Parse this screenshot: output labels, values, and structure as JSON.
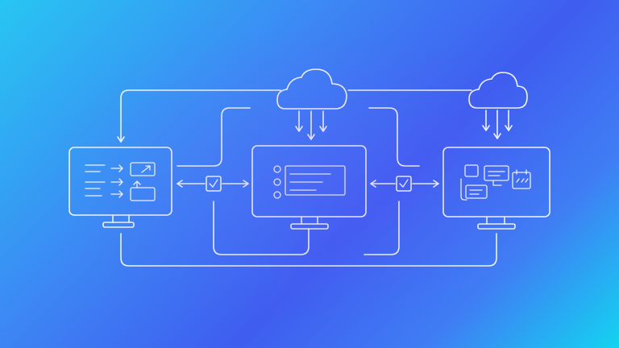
{
  "diagram": {
    "colors": {
      "background_start": "#27c6f2",
      "background_mid": "#3f5df0",
      "background_end": "#13d4f0",
      "line": "#f2f6ff",
      "monitor_fill_left": "#3b8cf3",
      "monitor_fill_center": "#5a63ee",
      "monitor_fill_right": "#6a55ee",
      "cloud_fill": "#7d7ef6"
    },
    "nodes": [
      {
        "id": "monitor-left",
        "icon": "workflow-arrows-screen"
      },
      {
        "id": "monitor-center",
        "icon": "checklist-screen"
      },
      {
        "id": "monitor-right",
        "icon": "chat-calendar-screen"
      },
      {
        "id": "cloud-left",
        "icon": "cloud-upload"
      },
      {
        "id": "cloud-right",
        "icon": "cloud-upload"
      }
    ],
    "connectors": [
      {
        "from": "monitor-left",
        "to": "monitor-center",
        "icon": "checkbox-icon",
        "direction": "bidirectional"
      },
      {
        "from": "monitor-center",
        "to": "monitor-right",
        "icon": "checkbox-icon",
        "direction": "bidirectional"
      }
    ]
  }
}
